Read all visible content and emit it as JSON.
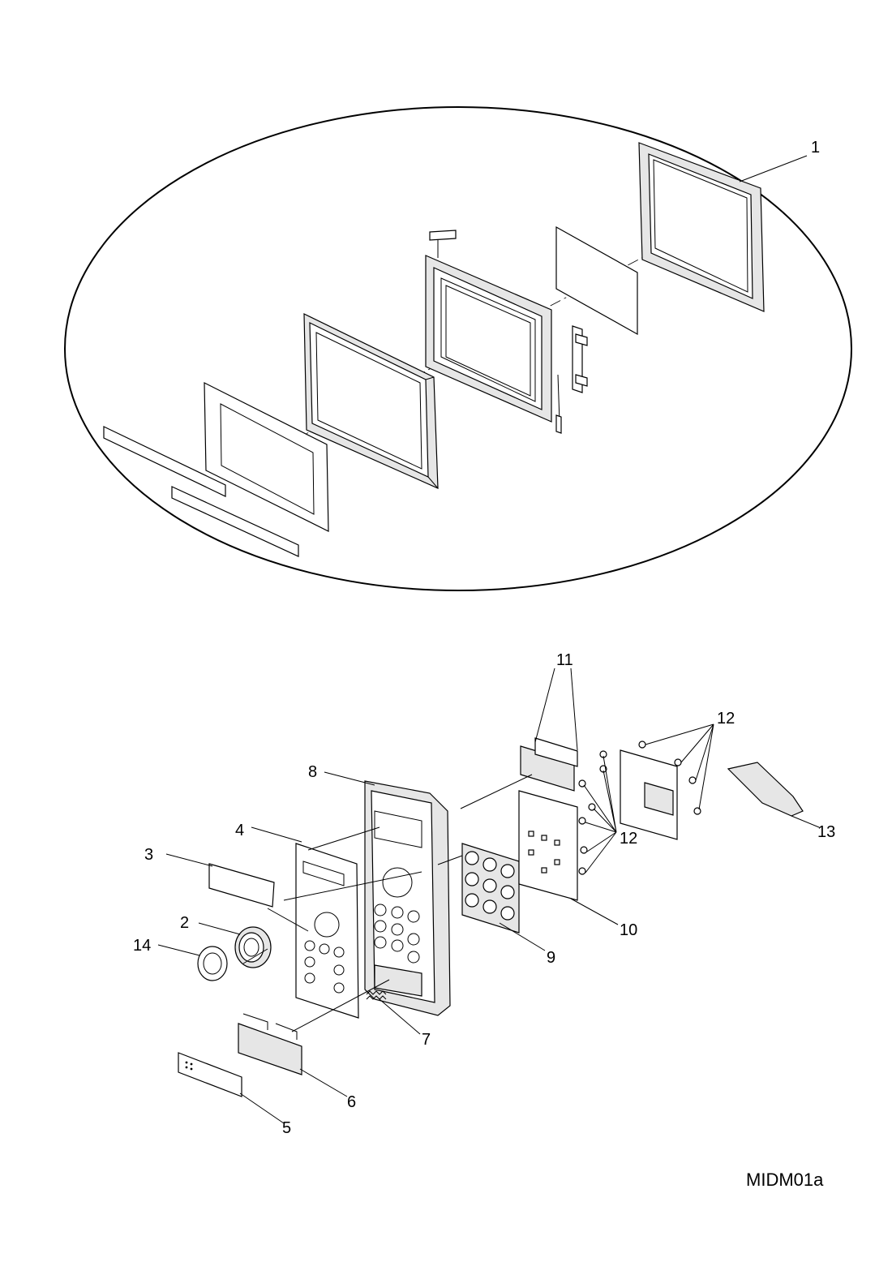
{
  "callouts": {
    "c1": "1",
    "c2": "2",
    "c3": "3",
    "c4": "4",
    "c5": "5",
    "c6": "6",
    "c7": "7",
    "c8": "8",
    "c9": "9",
    "c10": "10",
    "c11": "11",
    "c12a": "12",
    "c12b": "12",
    "c13": "13",
    "c14": "14"
  },
  "drawing_ref": "MIDM01a"
}
